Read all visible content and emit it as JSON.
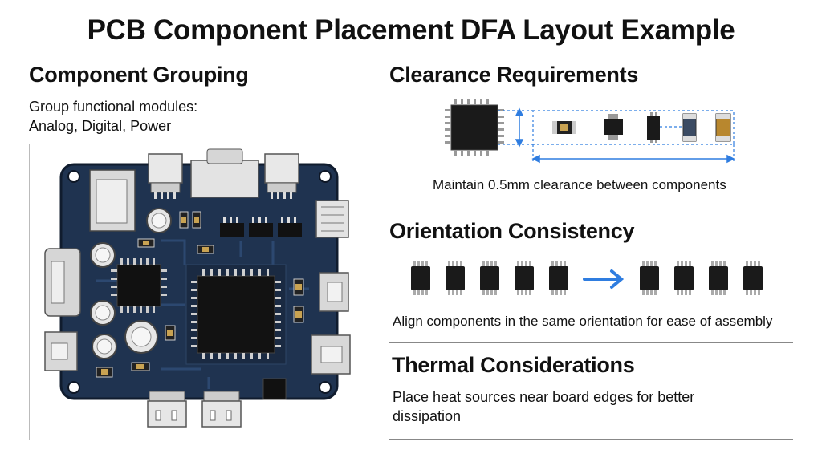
{
  "title": "PCB Component Placement DFA Layout Example",
  "grouping": {
    "heading": "Component Grouping",
    "text_line1": "Group functional modules:",
    "text_line2": "Analog, Digital, Power"
  },
  "clearance": {
    "heading": "Clearance Requirements",
    "caption": "Maintain 0.5mm clearance between components"
  },
  "orientation": {
    "heading": "Orientation Consistency",
    "caption": "Align components in the same orientation for ease of assembly"
  },
  "thermal": {
    "heading": "Thermal Considerations",
    "text_line1": "Place heat sources near board edges for better",
    "text_line2": "dissipation"
  },
  "colors": {
    "board": "#1f3350",
    "accent_arrow": "#2f7de0",
    "chip": "#2a2a2a"
  }
}
